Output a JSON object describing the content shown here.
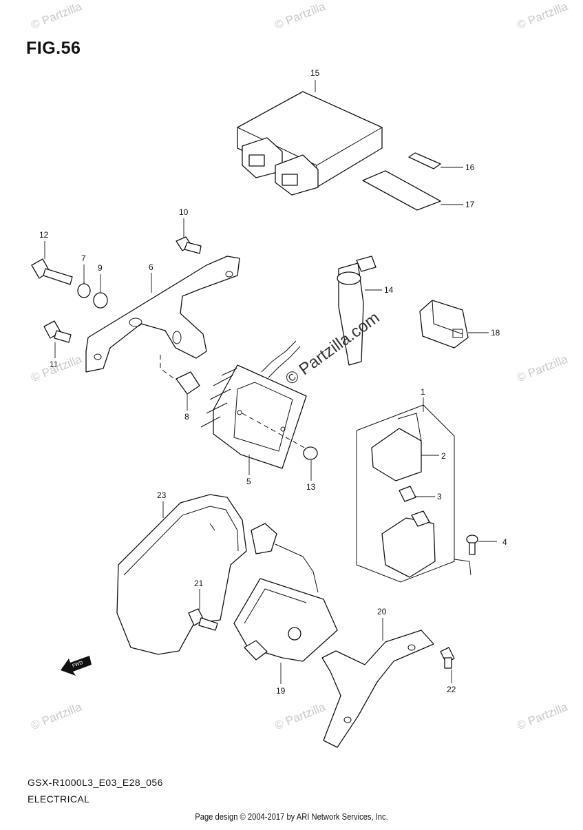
{
  "figure_title": "FIG.56",
  "model_code": "GSX-R1000L3_E03_E28_056",
  "section_name": "ELECTRICAL",
  "footer": "Page design © 2004-2017 by ARI Network Services, Inc.",
  "watermark_text": "© Partzilla",
  "watermark_center_text": "© Partzilla.com",
  "forward_arrow_label": "FWD",
  "callouts": [
    "1",
    "2",
    "3",
    "4",
    "5",
    "6",
    "7",
    "8",
    "9",
    "10",
    "11",
    "12",
    "13",
    "14",
    "15",
    "16",
    "17",
    "18",
    "19",
    "20",
    "21",
    "22",
    "23"
  ],
  "colors": {
    "line": "#111111",
    "watermark": "#c9c9c9",
    "background": "#ffffff"
  }
}
